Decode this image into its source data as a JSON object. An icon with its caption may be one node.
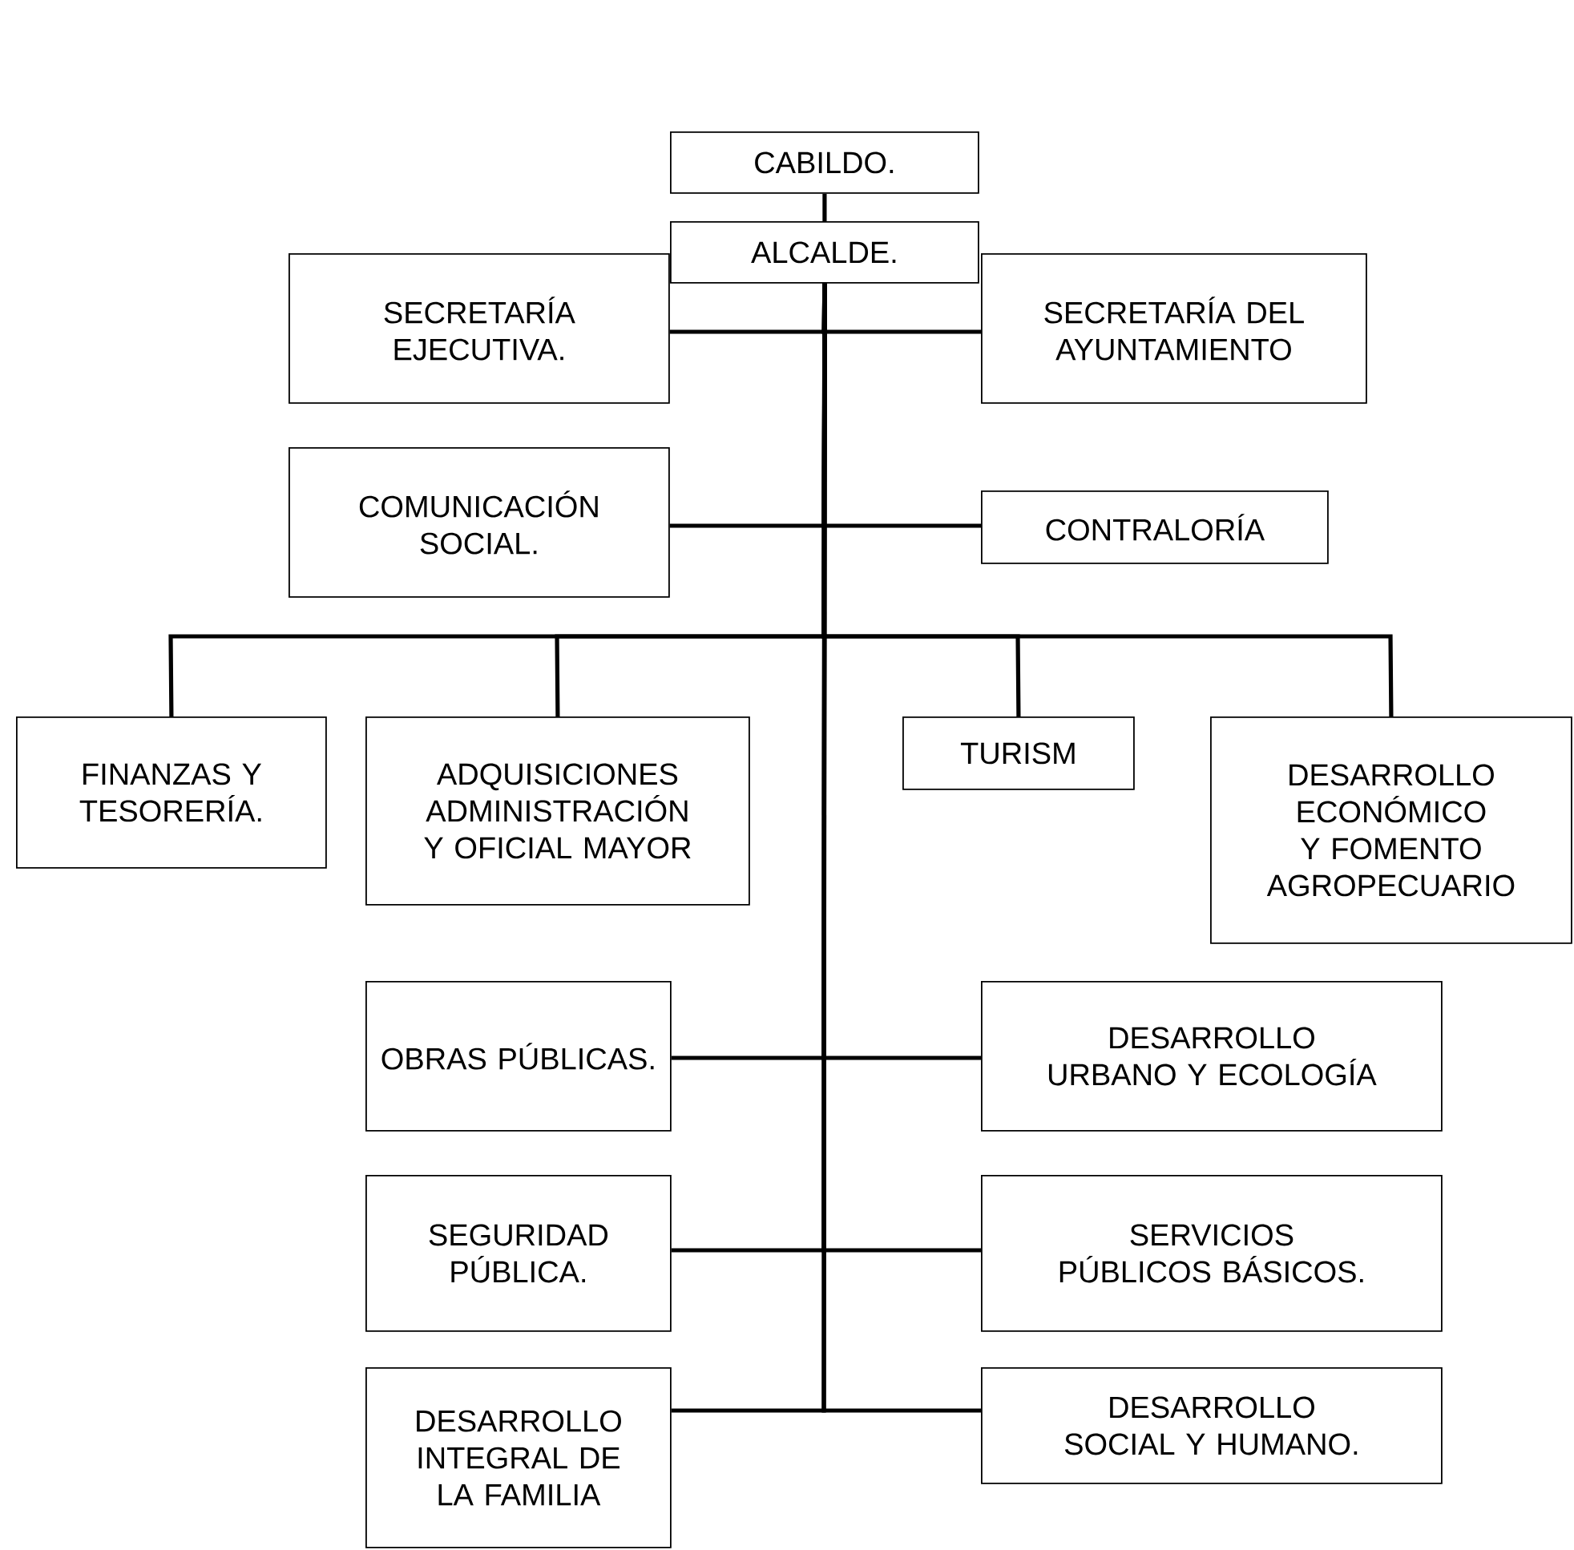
{
  "diagram": {
    "nodes": [
      {
        "text": [
          "CABILDO."
        ]
      },
      {
        "text": [
          "ALCALDE."
        ]
      },
      {
        "text": [
          "SECRETARÍA EJECUTIVA."
        ]
      },
      {
        "text": [
          "SECRETARÍA DEL AYUNTAMIENTO"
        ]
      },
      {
        "text": [
          "COMUNICACIÓN SOCIAL."
        ]
      },
      {
        "text": [
          "CONTRALORÍA"
        ]
      },
      {
        "text": [
          "FINANZAS Y TESORERÍA."
        ]
      },
      {
        "text": [
          "ADQUISICIONES ADMINISTRACIÓN Y OFICIAL MAYOR"
        ]
      },
      {
        "text": [
          "TURISM"
        ]
      },
      {
        "text": [
          "DESARROLLO ECONÓMICO Y FOMENTO AGROPECUARIO"
        ]
      },
      {
        "text": [
          "OBRAS PÚBLICAS."
        ]
      },
      {
        "text": [
          "DESARROLLO URBANO Y ECOLOGÍA"
        ]
      },
      {
        "text": [
          "SEGURIDAD PÚBLICA."
        ]
      },
      {
        "text": [
          "SERVICIOS PÚBLICOS BÁSICOS."
        ]
      },
      {
        "text": [
          "DESARROLLO INTEGRAL DE LA FAMILIA"
        ]
      },
      {
        "text": [
          "DESARROLLO SOCIAL Y HUMANO."
        ]
      }
    ],
    "edges": [
      {
        "from": 0,
        "to": 1,
        "arrow": "none"
      },
      {
        "from": 1,
        "to": 2,
        "arrow": "none"
      },
      {
        "from": 1,
        "to": 3,
        "arrow": "none"
      },
      {
        "from": 1,
        "to": 4,
        "arrow": "none"
      },
      {
        "from": 1,
        "to": 5,
        "arrow": "none"
      },
      {
        "from": 1,
        "to": 6,
        "arrow": "none"
      },
      {
        "from": 1,
        "to": 7,
        "arrow": "none"
      },
      {
        "from": 1,
        "to": 8,
        "arrow": "none"
      },
      {
        "from": 1,
        "to": 9,
        "arrow": "none"
      },
      {
        "from": 1,
        "to": 10,
        "arrow": "none"
      },
      {
        "from": 1,
        "to": 11,
        "arrow": "none"
      },
      {
        "from": 1,
        "to": 12,
        "arrow": "none"
      },
      {
        "from": 1,
        "to": 13,
        "arrow": "none"
      },
      {
        "from": 1,
        "to": 14,
        "arrow": "none"
      },
      {
        "from": 1,
        "to": 15,
        "arrow": "none"
      }
    ]
  }
}
